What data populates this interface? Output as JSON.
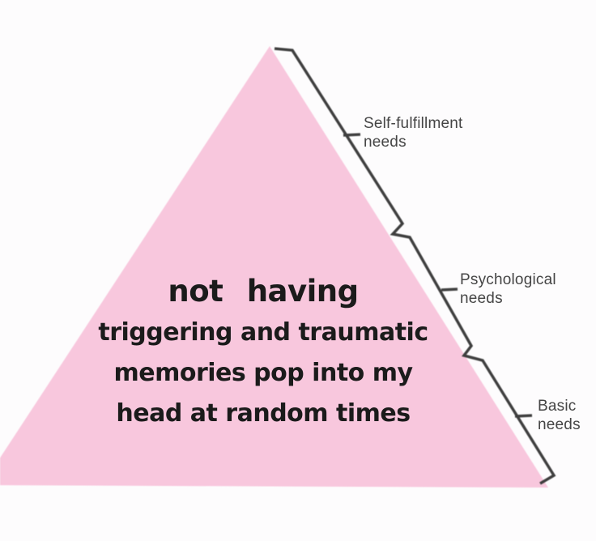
{
  "diagram": {
    "type": "pyramid-hierarchy-meme",
    "caption": {
      "line1": "not having",
      "line2": "triggering and traumatic",
      "line3": "memories pop into my",
      "line4": "head at random times"
    },
    "labels": [
      {
        "text": "Self-fulfillment needs"
      },
      {
        "text": "Psychological needs"
      },
      {
        "text": "Basic needs"
      }
    ],
    "colors": {
      "pyramid_fill": "#f8c7dd",
      "bracket_line": "#3f3f3f",
      "caption_text": "#1b1b1b",
      "label_text": "#454545",
      "background": "#fdfcfd"
    }
  }
}
